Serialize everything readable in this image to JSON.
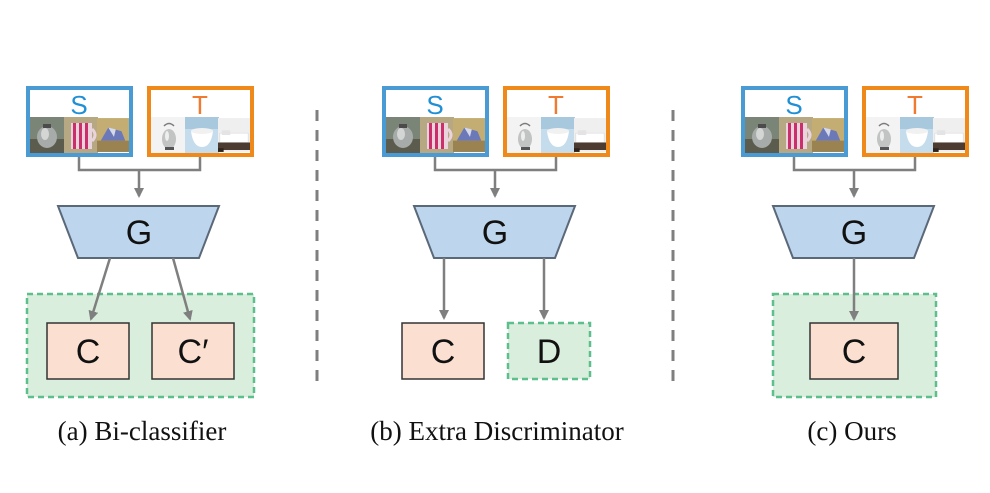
{
  "panels": [
    {
      "source_label": "S",
      "target_label": "T",
      "generator_label": "G",
      "classifier_labels": [
        "C",
        "C′"
      ],
      "caption": "(a) Bi-classifier"
    },
    {
      "source_label": "S",
      "target_label": "T",
      "generator_label": "G",
      "classifier_label": "C",
      "discriminator_label": "D",
      "caption": "(b) Extra Discriminator"
    },
    {
      "source_label": "S",
      "target_label": "T",
      "generator_label": "G",
      "classifier_label": "C",
      "caption": "(c) Ours"
    }
  ],
  "colors": {
    "source_border": "#4a9ad4",
    "source_text": "#1f8fd6",
    "target_border": "#ef8a1a",
    "target_text": "#ef7a30",
    "generator_fill": "#bdd6ee",
    "generator_stroke": "#5a6878",
    "classifier_fill": "#fbe0d2",
    "dashed_region_fill": "#d9eedc",
    "dashed_region_stroke": "#5cbf8c",
    "arrow": "#7f7f7f",
    "separator": "#7f7f7f"
  }
}
